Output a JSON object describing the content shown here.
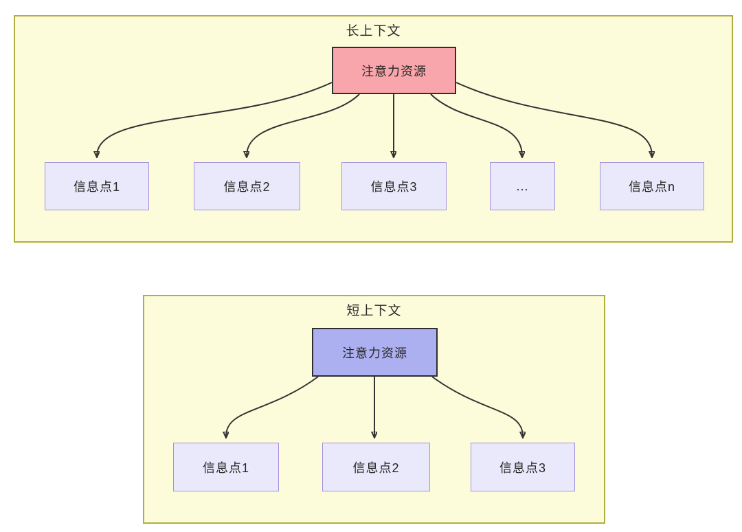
{
  "colors": {
    "page_background": "#ffffff",
    "container_fill": "#fcfcdb",
    "container_border": "#b1ae3e",
    "attention_long_fill": "#f8a6ab",
    "attention_short_fill": "#adb0f0",
    "info_fill": "#e9e9fb",
    "info_border": "#a391dc",
    "arrow_stroke": "#333333",
    "text": "#262626"
  },
  "diagrams": [
    {
      "id": "long-context",
      "title": "长上下文",
      "root": {
        "label": "注意力资源",
        "fill": "#f8a6ab"
      },
      "children": [
        {
          "label": "信息点1"
        },
        {
          "label": "信息点2"
        },
        {
          "label": "信息点3"
        },
        {
          "label": "..."
        },
        {
          "label": "信息点n"
        }
      ],
      "edges": [
        {
          "from": "注意力资源",
          "to": "信息点1"
        },
        {
          "from": "注意力资源",
          "to": "信息点2"
        },
        {
          "from": "注意力资源",
          "to": "信息点3"
        },
        {
          "from": "注意力资源",
          "to": "..."
        },
        {
          "from": "注意力资源",
          "to": "信息点n"
        }
      ]
    },
    {
      "id": "short-context",
      "title": "短上下文",
      "root": {
        "label": "注意力资源",
        "fill": "#adb0f0"
      },
      "children": [
        {
          "label": "信息点1"
        },
        {
          "label": "信息点2"
        },
        {
          "label": "信息点3"
        }
      ],
      "edges": [
        {
          "from": "注意力资源",
          "to": "信息点1"
        },
        {
          "from": "注意力资源",
          "to": "信息点2"
        },
        {
          "from": "注意力资源",
          "to": "信息点3"
        }
      ]
    }
  ]
}
